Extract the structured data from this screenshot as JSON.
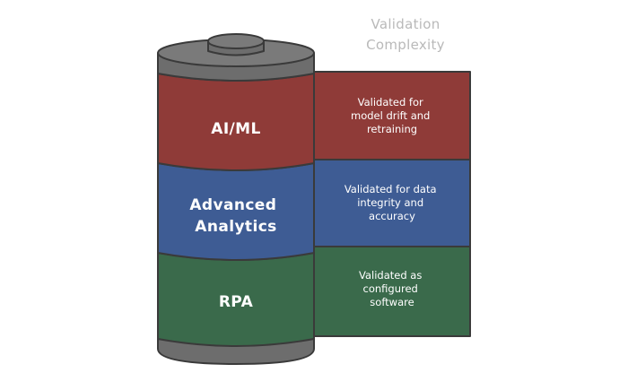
{
  "title": {
    "line1": "Validation",
    "line2": "Complexity"
  },
  "layers": [
    {
      "label_lines": [
        "AI/ML"
      ],
      "description_lines": [
        "Validated for",
        "model drift and",
        "retraining"
      ],
      "color": "#8f3b38"
    },
    {
      "label_lines": [
        "Advanced",
        "Analytics"
      ],
      "description_lines": [
        "Validated for data",
        "integrity and",
        "accuracy"
      ],
      "color": "#3e5c94"
    },
    {
      "label_lines": [
        "RPA"
      ],
      "description_lines": [
        "Validated as",
        "configured",
        "software"
      ],
      "color": "#3a6a4b"
    }
  ],
  "cap_color": "#6d6d6d",
  "outline_color": "#3a3a3a"
}
